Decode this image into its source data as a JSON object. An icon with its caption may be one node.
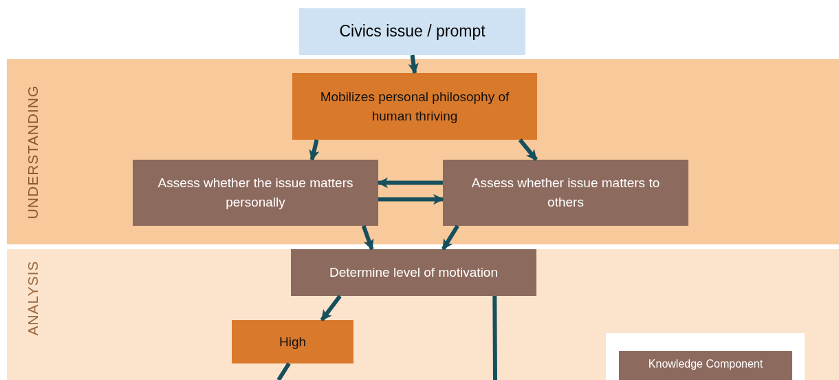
{
  "diagram": {
    "nodes": [
      {
        "text": [
          "UNDERSTANDING"
        ]
      },
      {
        "text": [
          "ANALYSIS"
        ]
      },
      {
        "text": [
          "Civics issue / prompt"
        ]
      },
      {
        "text": [
          "Mobilizes personal philosophy of human thriving"
        ],
        "in": 0
      },
      {
        "text": [
          "Assess whether the issue matters personally"
        ],
        "in": 0
      },
      {
        "text": [
          "Assess whether issue matters to others"
        ],
        "in": 0
      },
      {
        "text": [
          "Determine level of motivation"
        ],
        "in": 1
      },
      {
        "text": [
          "High"
        ],
        "in": 1
      }
    ],
    "edges": [
      {
        "from": 2,
        "to": 3,
        "arrow": "to"
      },
      {
        "from": 3,
        "to": 4,
        "arrow": "to"
      },
      {
        "from": 3,
        "to": 5,
        "arrow": "to"
      },
      {
        "from": 5,
        "to": 4,
        "arrow": "to"
      },
      {
        "from": 4,
        "to": 5,
        "arrow": "to"
      },
      {
        "from": 4,
        "to": 6,
        "arrow": "to"
      },
      {
        "from": 5,
        "to": 6,
        "arrow": "to"
      },
      {
        "from": 6,
        "to": 7,
        "arrow": "to"
      },
      {
        "from": 7,
        "to": null,
        "arrow": "none"
      },
      {
        "from": 6,
        "to": null,
        "arrow": "none"
      }
    ],
    "legend": [
      {
        "text": "Knowledge Component",
        "color": "#8d6a5e"
      }
    ]
  }
}
